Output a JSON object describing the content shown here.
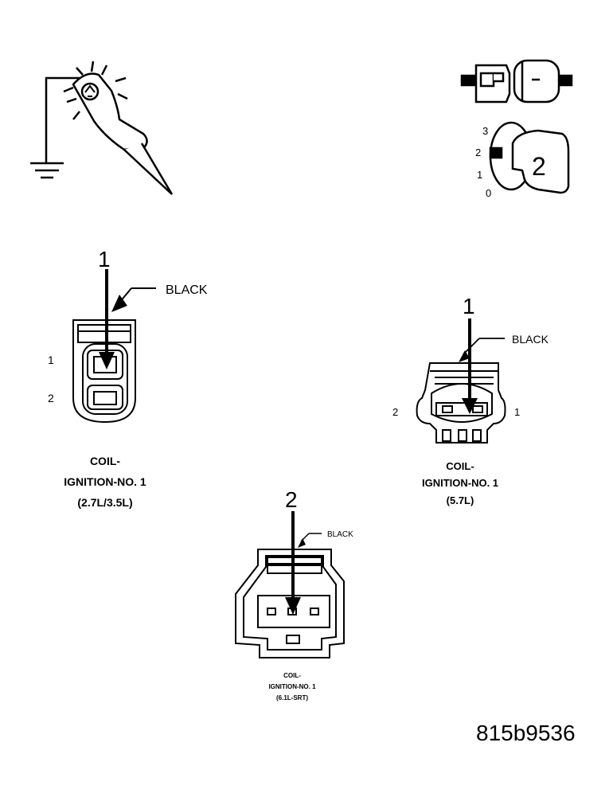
{
  "figure_id": "815b9536",
  "key_switch": {
    "positions": [
      "3",
      "2",
      "1",
      "0"
    ],
    "key_number": "2"
  },
  "connectors": [
    {
      "pin_callout": "1",
      "color_label": "BLACK",
      "pin_labels": [
        "1",
        "2"
      ],
      "caption": [
        "COIL-",
        "IGNITION-NO. 1",
        "(2.7L/3.5L)"
      ]
    },
    {
      "pin_callout": "1",
      "color_label": "BLACK",
      "pin_labels": [
        "2",
        "1"
      ],
      "caption": [
        "COIL-",
        "IGNITION-NO. 1",
        "(5.7L)"
      ]
    },
    {
      "pin_callout": "2",
      "color_label": "BLACK",
      "caption": [
        "COIL-",
        "IGNITION-NO. 1",
        "(6.1L-SRT)"
      ]
    }
  ]
}
